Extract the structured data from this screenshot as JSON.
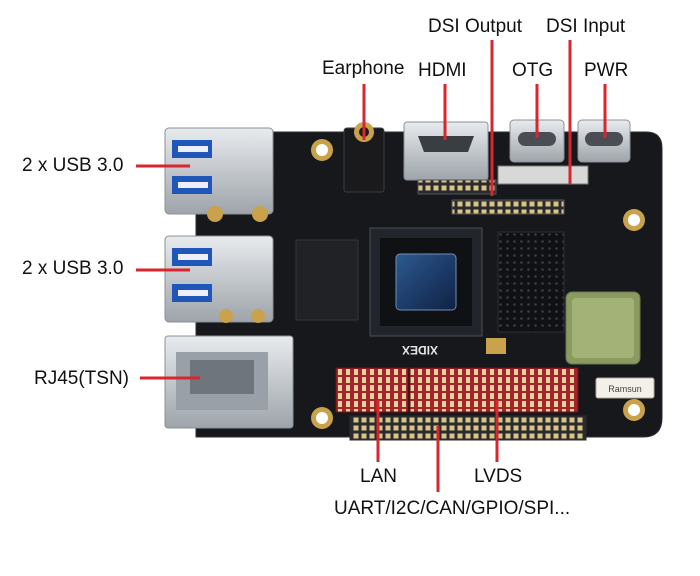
{
  "labels": {
    "dsi_output": "DSI Output",
    "dsi_input": "DSI Input",
    "earphone": "Earphone",
    "hdmi": "HDMI",
    "otg": "OTG",
    "pwr": "PWR",
    "usb_top": "2 x USB 3.0",
    "usb_bottom": "2 x USB 3.0",
    "rj45": "RJ45(TSN)",
    "lan": "LAN",
    "lvds": "LVDS",
    "uart": "UART/I2C/CAN/GPIO/SPI..."
  },
  "board_marks": {
    "brand": "XIDEX",
    "sticker": "Ramsun"
  },
  "colors": {
    "leader_line": "#d7262e",
    "pcb": "#16181c",
    "header_red": "#b0252c",
    "metal": "#c8ccd1",
    "gold": "#c9a24b",
    "wifi_module": "#8a9a60"
  }
}
